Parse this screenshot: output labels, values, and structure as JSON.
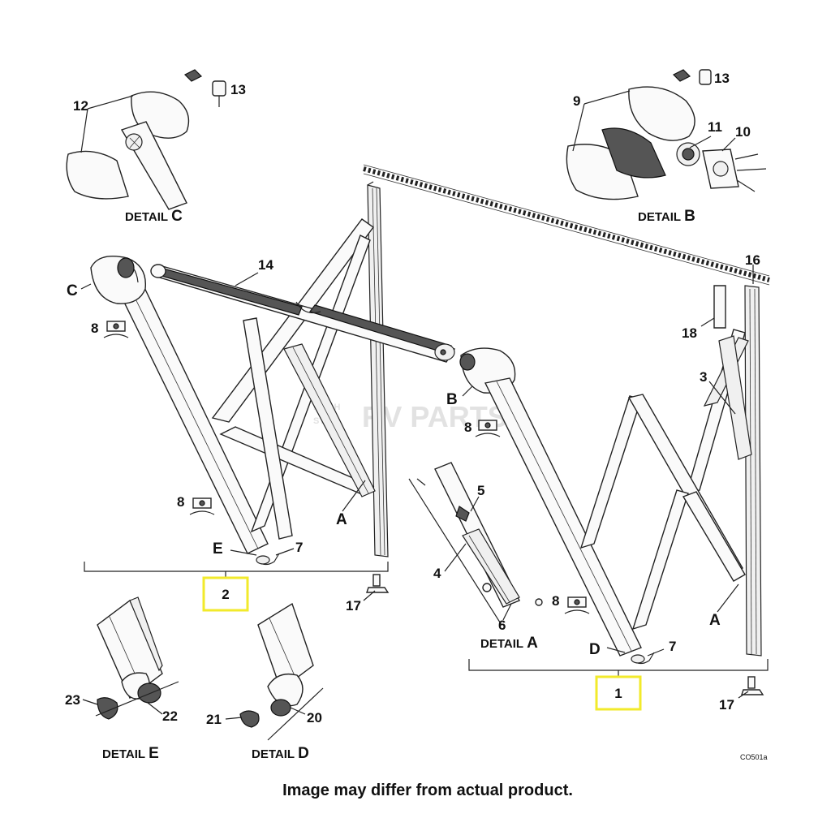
{
  "callouts": {
    "c12": "12",
    "c13a": "13",
    "c9": "9",
    "c13b": "13",
    "c11": "11",
    "c10": "10",
    "c14": "14",
    "c16": "16",
    "c18": "18",
    "c3": "3",
    "c8a": "8",
    "c8b": "8",
    "c8c": "8",
    "c8d": "8",
    "c7a": "7",
    "c7b": "7",
    "c5": "5",
    "c4": "4",
    "c6": "6",
    "c17a": "17",
    "c17b": "17",
    "c23": "23",
    "c22": "22",
    "c21": "21",
    "c20": "20"
  },
  "letters": {
    "C": "C",
    "B": "B",
    "E": "E",
    "D": "D",
    "A1": "A",
    "A2": "A"
  },
  "details": {
    "c": {
      "word": "DETAIL",
      "letter": "C"
    },
    "b": {
      "word": "DETAIL",
      "letter": "B"
    },
    "a": {
      "word": "DETAIL",
      "letter": "A"
    },
    "e": {
      "word": "DETAIL",
      "letter": "E"
    },
    "d": {
      "word": "DETAIL",
      "letter": "D"
    }
  },
  "assemblies": {
    "left": "2",
    "right": "1",
    "highlight_color": "#f2ea2b"
  },
  "figure_code": "CO501a",
  "watermark": {
    "line1": "HIGH",
    "line2": "SKY",
    "main": "RV PARTS"
  },
  "disclaimer": "Image may differ from actual product."
}
